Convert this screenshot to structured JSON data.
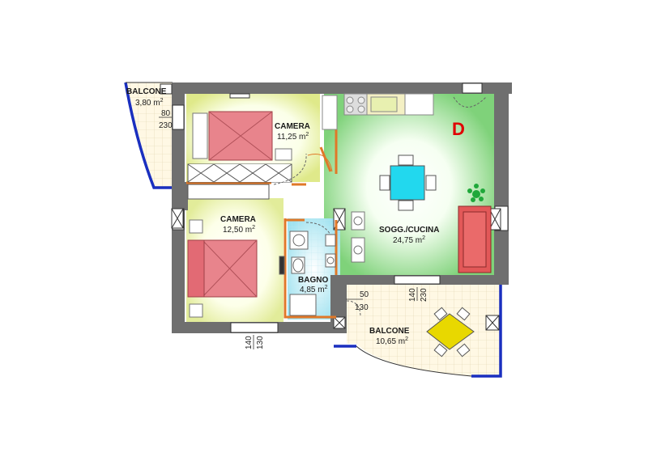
{
  "plan": {
    "unit_code": "D",
    "unit_code_color": "#e00000",
    "rooms": [
      {
        "name": "BALCONE",
        "area": "3,80 m",
        "sup": "2"
      },
      {
        "name": "CAMERA",
        "area": "11,25 m",
        "sup": "2"
      },
      {
        "name": "CAMERA",
        "area": "12,50 m",
        "sup": "2"
      },
      {
        "name": "BAGNO",
        "area": "4,85 m",
        "sup": "2"
      },
      {
        "name": "SOGG./CUCINA",
        "area": "24,75 m",
        "sup": "2"
      },
      {
        "name": "BALCONE",
        "area": "10,65 m",
        "sup": "2"
      }
    ],
    "dimensions": {
      "balcony_top_a": "80",
      "balcony_top_b": "230",
      "bedroom_window_a": "140",
      "bedroom_window_b": "130",
      "balcony_door_a": "50",
      "balcony_door_b": "130",
      "living_window_a": "140",
      "living_window_b": "230"
    },
    "colors": {
      "wall": "#6f6f6f",
      "partition": "#e07828",
      "balcony_rail": "#1a2fbf",
      "tile_floor": "#fff6df",
      "bed": "#e8848c",
      "table": "#22d8ee",
      "sofa": "#e25858",
      "balcony_table": "#e8d800",
      "plant": "#1fa83a"
    }
  }
}
